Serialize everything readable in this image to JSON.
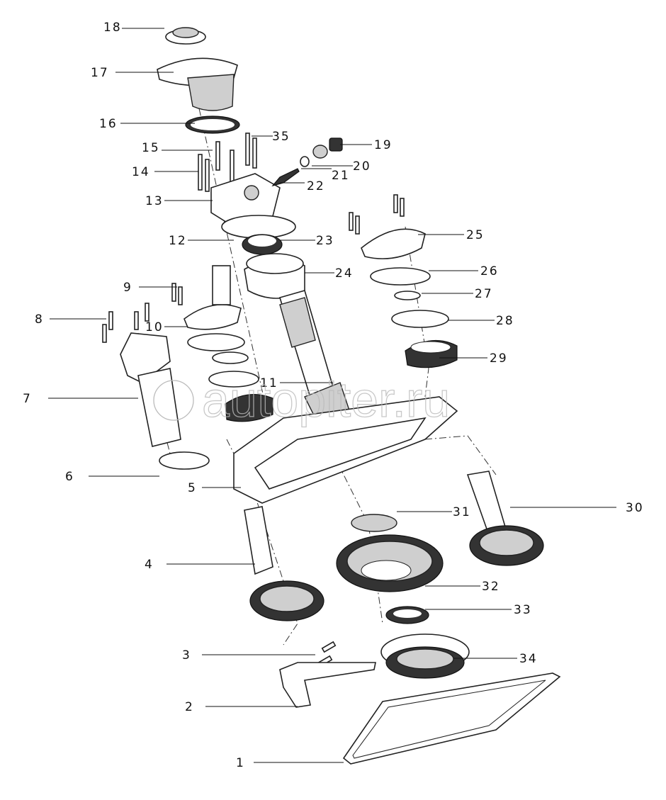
{
  "diagram": {
    "title": "Exploded view - transfer case assembly",
    "callouts": [
      "1",
      "2",
      "3",
      "4",
      "5",
      "6",
      "7",
      "8",
      "9",
      "10",
      "11",
      "12",
      "13",
      "14",
      "15",
      "16",
      "17",
      "18",
      "19",
      "20",
      "21",
      "22",
      "23",
      "24",
      "25",
      "26",
      "27",
      "28",
      "29",
      "30",
      "31",
      "32",
      "33",
      "34",
      "35"
    ]
  },
  "watermark": {
    "text": "autopiter.ru",
    "icon": "autopiter-logo-icon"
  }
}
